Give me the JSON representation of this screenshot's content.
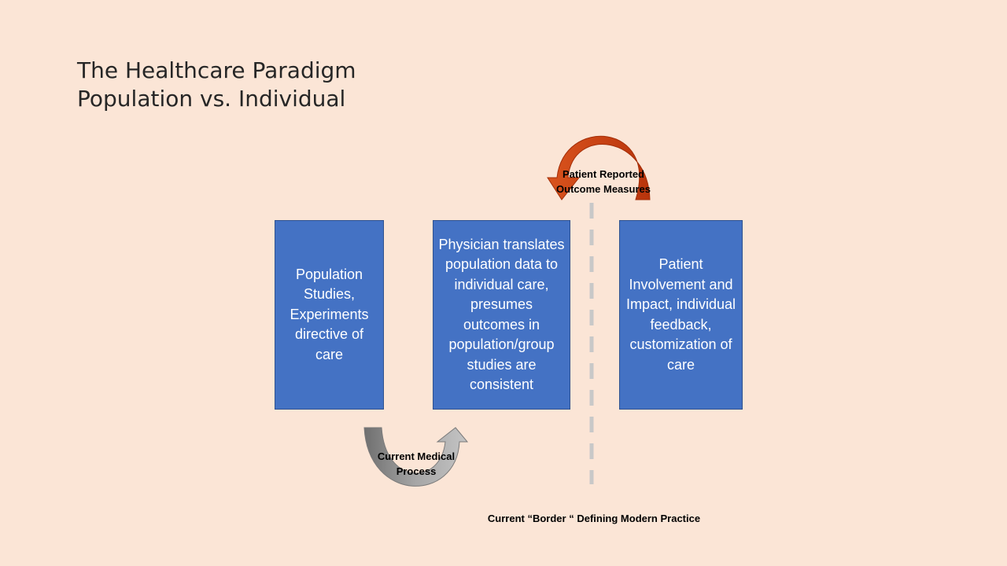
{
  "title": {
    "line1": "The Healthcare Paradigm",
    "line2": "Population vs. Individual"
  },
  "boxes": {
    "population": "Population Studies, Experiments directive of care",
    "physician": "Physician translates population data to individual care, presumes outcomes in population/group studies are consistent",
    "patient": "Patient Involvement and Impact, individual feedback, customization of care"
  },
  "labels": {
    "proms": "Patient Reported Outcome Measures",
    "current_process": "Current Medical Process",
    "border": "Current “Border “ Defining Modern Practice"
  },
  "colors": {
    "box_fill": "#4472c4",
    "background": "#fbe5d6",
    "red_arrow": "#c9400f",
    "gray_arrow": "#8f8f8f",
    "border_line": "#c8c8c8"
  }
}
